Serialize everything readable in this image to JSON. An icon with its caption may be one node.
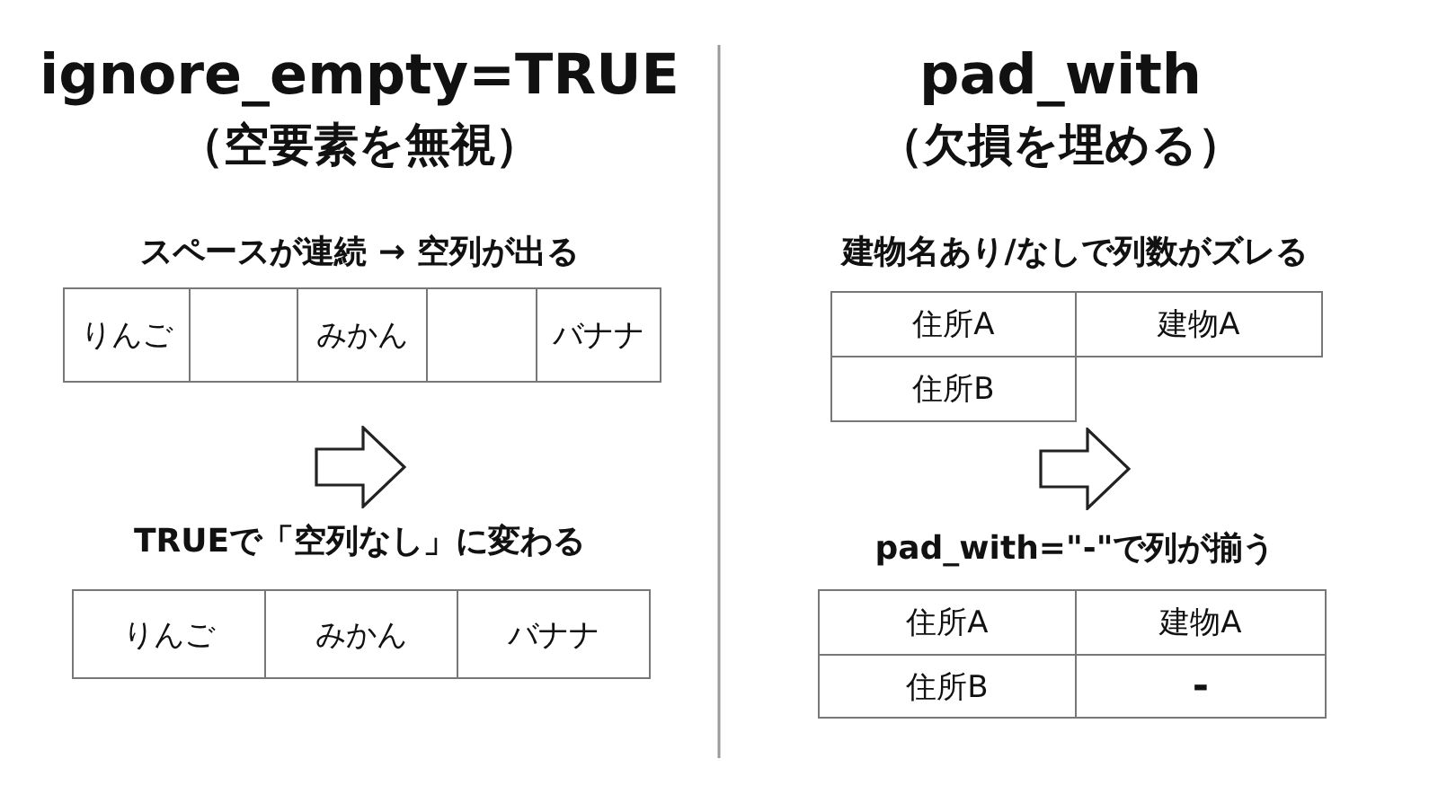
{
  "diagram": {
    "nodes": [
      {
        "text": [
          "りんご"
        ]
      },
      {
        "text": [],
        "shape": "box"
      },
      {
        "text": [
          "みかん"
        ]
      },
      {
        "text": [],
        "shape": "box"
      },
      {
        "text": [
          "バナナ"
        ]
      },
      {
        "text": [],
        "shape": "arrow"
      },
      {
        "text": [
          "りんご"
        ]
      },
      {
        "text": [
          "みかん"
        ]
      },
      {
        "text": [
          "バナナ"
        ]
      },
      {
        "text": [
          "住所A"
        ]
      },
      {
        "text": [
          "建物A"
        ]
      },
      {
        "text": [
          "住所B"
        ]
      },
      {
        "text": [],
        "shape": "arrow"
      },
      {
        "text": [
          "住所A"
        ]
      },
      {
        "text": [
          "建物A"
        ]
      },
      {
        "text": [
          "住所B"
        ]
      },
      {
        "text": [
          "-"
        ]
      }
    ],
    "labels": [
      "ignore_empty=TRUE",
      "（空要素を無視）",
      "pad_with",
      "（欠損を埋める）",
      "スペースが連続 → 空列が出る",
      "建物名あり/なしで列数がズレる",
      "TRUEで「空列なし」に変わる",
      "pad_with=\"-\"で列が揃う"
    ]
  }
}
